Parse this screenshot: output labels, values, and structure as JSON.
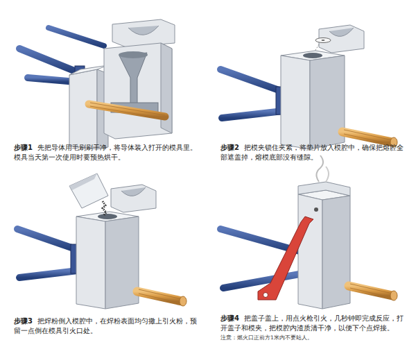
{
  "diagram": {
    "labels": [
      "步骤1",
      "先把导体用毛刷刷干净，将导体装入打开的模具里。模具当天第一次使用时要预热烘干。",
      "步骤2",
      "把模夹锁住夹紧，将垫片放入模腔中，确保把熔腔全部遮盖掉，熔模底部没有缝隙。",
      "步骤3",
      "把焊粉倒入模腔中，在焊粉表面均匀撒上引火粉，预留一点倒在模具引火口处。",
      "步骤4",
      "把盖子盖上，用点火枪引火，几秒钟即完成反应，打开盖子和模夹，把模腔内渣质清干净，以便下个点焊接。",
      "注意：燃火口正前方1米内不要站人。"
    ]
  }
}
